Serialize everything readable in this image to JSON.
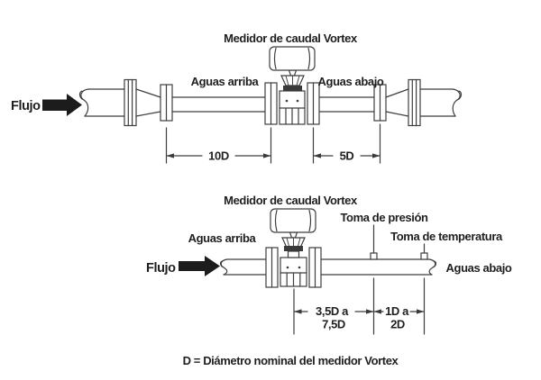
{
  "colors": {
    "background": "#ffffff",
    "line": "#3e3e3e",
    "ink": "#1f1f1f",
    "solid_arrow": "#1c1c1c"
  },
  "top_diagram": {
    "meter_label": "Medidor de caudal Vortex",
    "flow_label": "Flujo",
    "upstream_label": "Aguas arriba",
    "downstream_label": "Aguas abajo",
    "upstream_dimension": "10D",
    "downstream_dimension": "5D"
  },
  "bottom_diagram": {
    "meter_label": "Medidor de caudal Vortex",
    "flow_label": "Flujo",
    "upstream_label": "Aguas arriba",
    "downstream_label": "Aguas abajo",
    "pressure_tap_label": "Toma de presión",
    "temperature_tap_label": "Toma de temperatura",
    "meter_to_pressure_dimension": {
      "line1": "3,5D a",
      "line2": "7,5D"
    },
    "pressure_to_temperature_dimension": {
      "line1": "1D a",
      "line2": "2D"
    }
  },
  "footnote": "D = Diámetro nominal del medidor Vortex"
}
